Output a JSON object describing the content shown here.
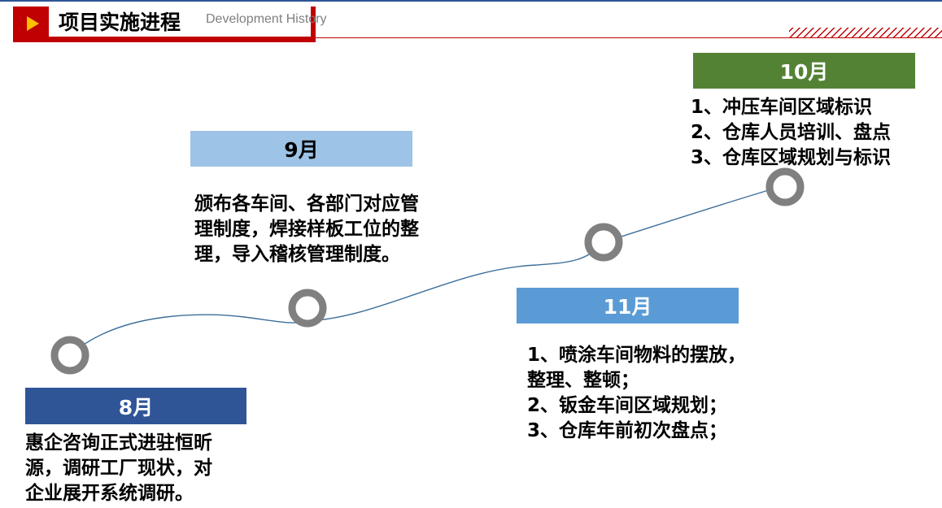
{
  "header": {
    "title": "项目实施进程",
    "subtitle": "Development History"
  },
  "colors": {
    "brand_red": "#c00000",
    "arrow_yellow": "#ffc000",
    "node_gray": "#808080",
    "curve_blue": "#3e6f9a"
  },
  "milestones": {
    "aug": {
      "label": "8月",
      "lines": [
        "惠企咨询正式进驻恒昕",
        "源，调研工厂现状，对",
        "企业展开系统调研。"
      ],
      "color": "#2f5597"
    },
    "sep": {
      "label": "9月",
      "lines": [
        "颁布各车间、各部门对应管",
        "理制度，焊接样板工位的整",
        "理，导入稽核管理制度。"
      ],
      "color": "#9dc3e6"
    },
    "nov": {
      "label": "11月",
      "lines": [
        "1、喷涂车间物料的摆放，",
        "整理、整顿；",
        "2、钣金车间区域规划；",
        "3、仓库年前初次盘点；"
      ],
      "color": "#5b9bd5"
    },
    "oct": {
      "label": "10月",
      "lines": [
        "1、冲压车间区域标识",
        "2、仓库人员培训、盘点",
        "3、仓库区域规划与标识"
      ],
      "color": "#548235"
    }
  }
}
